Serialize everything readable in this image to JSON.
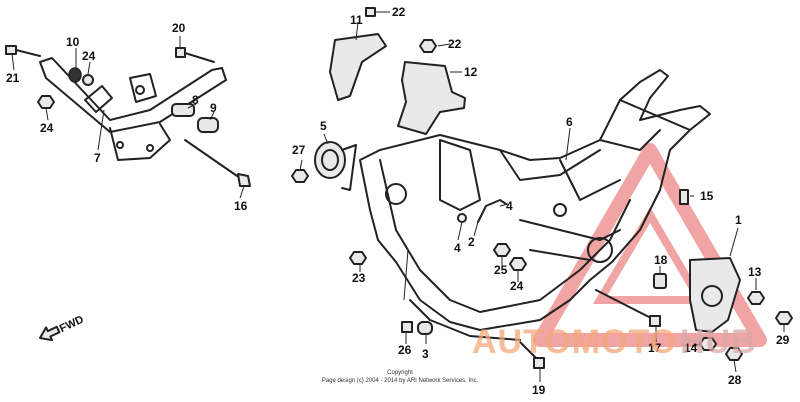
{
  "diagram": {
    "callouts": [
      "1",
      "2",
      "3",
      "4",
      "4",
      "5",
      "6",
      "7",
      "8",
      "9",
      "10",
      "11",
      "12",
      "13",
      "14",
      "15",
      "16",
      "17",
      "18",
      "19",
      "20",
      "21",
      "22",
      "22",
      "23",
      "24",
      "24",
      "24",
      "25",
      "26",
      "27",
      "28",
      "29"
    ],
    "direction_label": "FWD",
    "copyright_line1": "Copyright",
    "copyright_line2": "Page design (c) 2004 - 2014 by ARI Network Services, Inc."
  },
  "watermark": {
    "text_left": "AUTOMOTO",
    "text_right": "HUB",
    "colors": {
      "left": "#f4a77a",
      "right": "#d9a9a9",
      "triangle": "#e55a5a"
    }
  }
}
